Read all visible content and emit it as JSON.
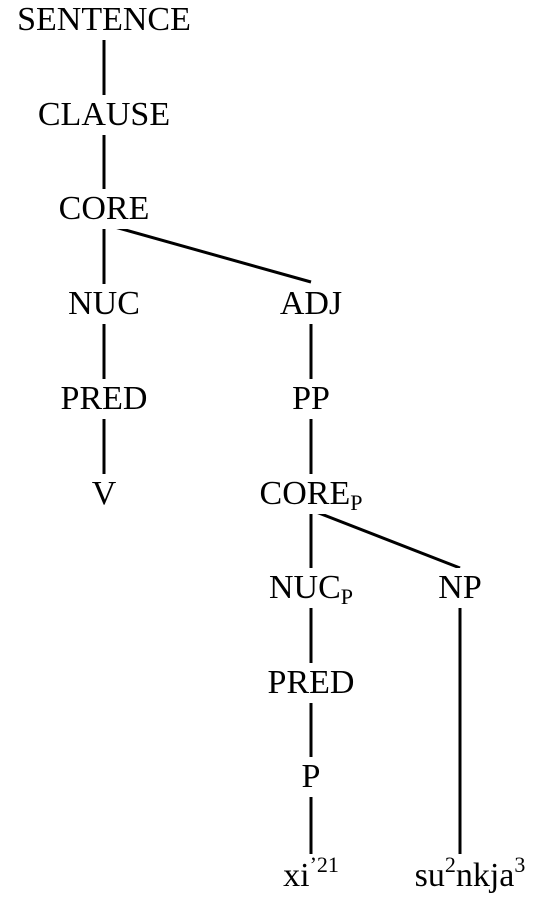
{
  "tree": {
    "sentence": "SENTENCE",
    "clause": "CLAUSE",
    "core": "CORE",
    "nuc": "NUC",
    "pred": "PRED",
    "v": "V",
    "adj": "ADJ",
    "pp": "PP",
    "core_p": {
      "base": "CORE",
      "sub": "P"
    },
    "nuc_p": {
      "base": "NUC",
      "sub": "P"
    },
    "np": "NP",
    "pred_p": "PRED",
    "p": "P",
    "word1": {
      "base": "xi",
      "sup": "’21"
    },
    "word2": {
      "base1": "su",
      "sup1": "2",
      "base2": "nkja",
      "sup2": "3"
    }
  }
}
